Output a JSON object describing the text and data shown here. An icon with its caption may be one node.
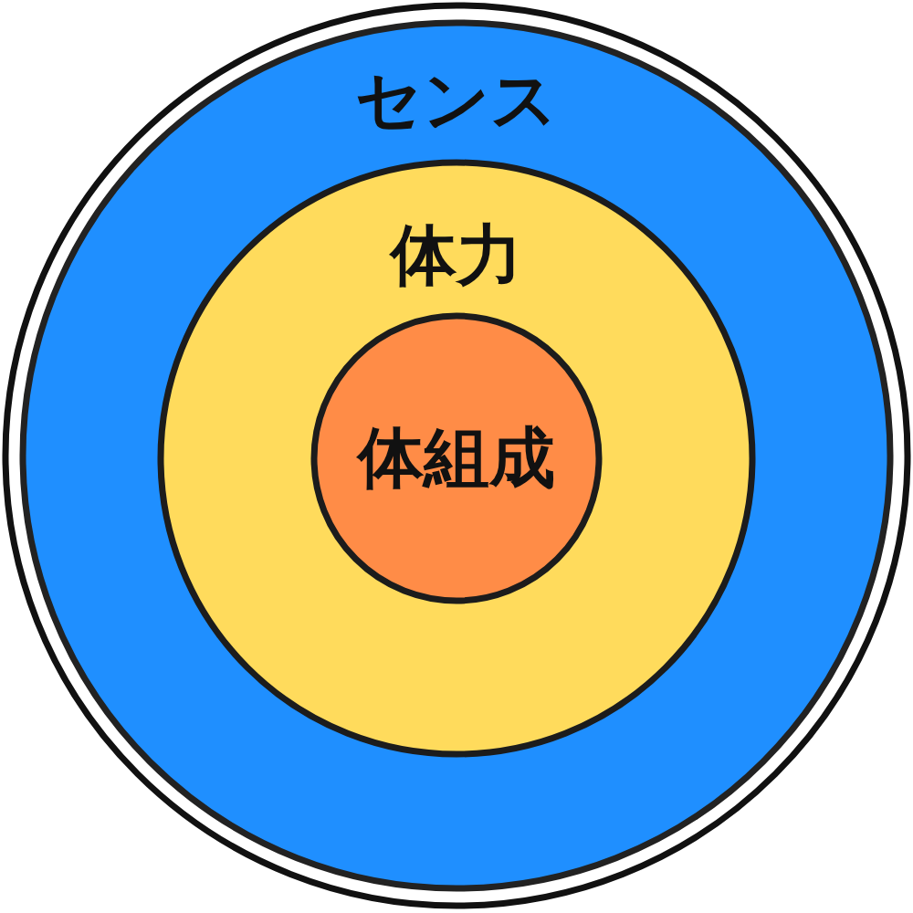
{
  "diagram": {
    "nodes": [
      {
        "text": [
          "センス"
        ]
      },
      {
        "text": [
          "体力"
        ],
        "in": 0
      },
      {
        "text": [
          "体組成"
        ],
        "in": 1
      }
    ]
  }
}
